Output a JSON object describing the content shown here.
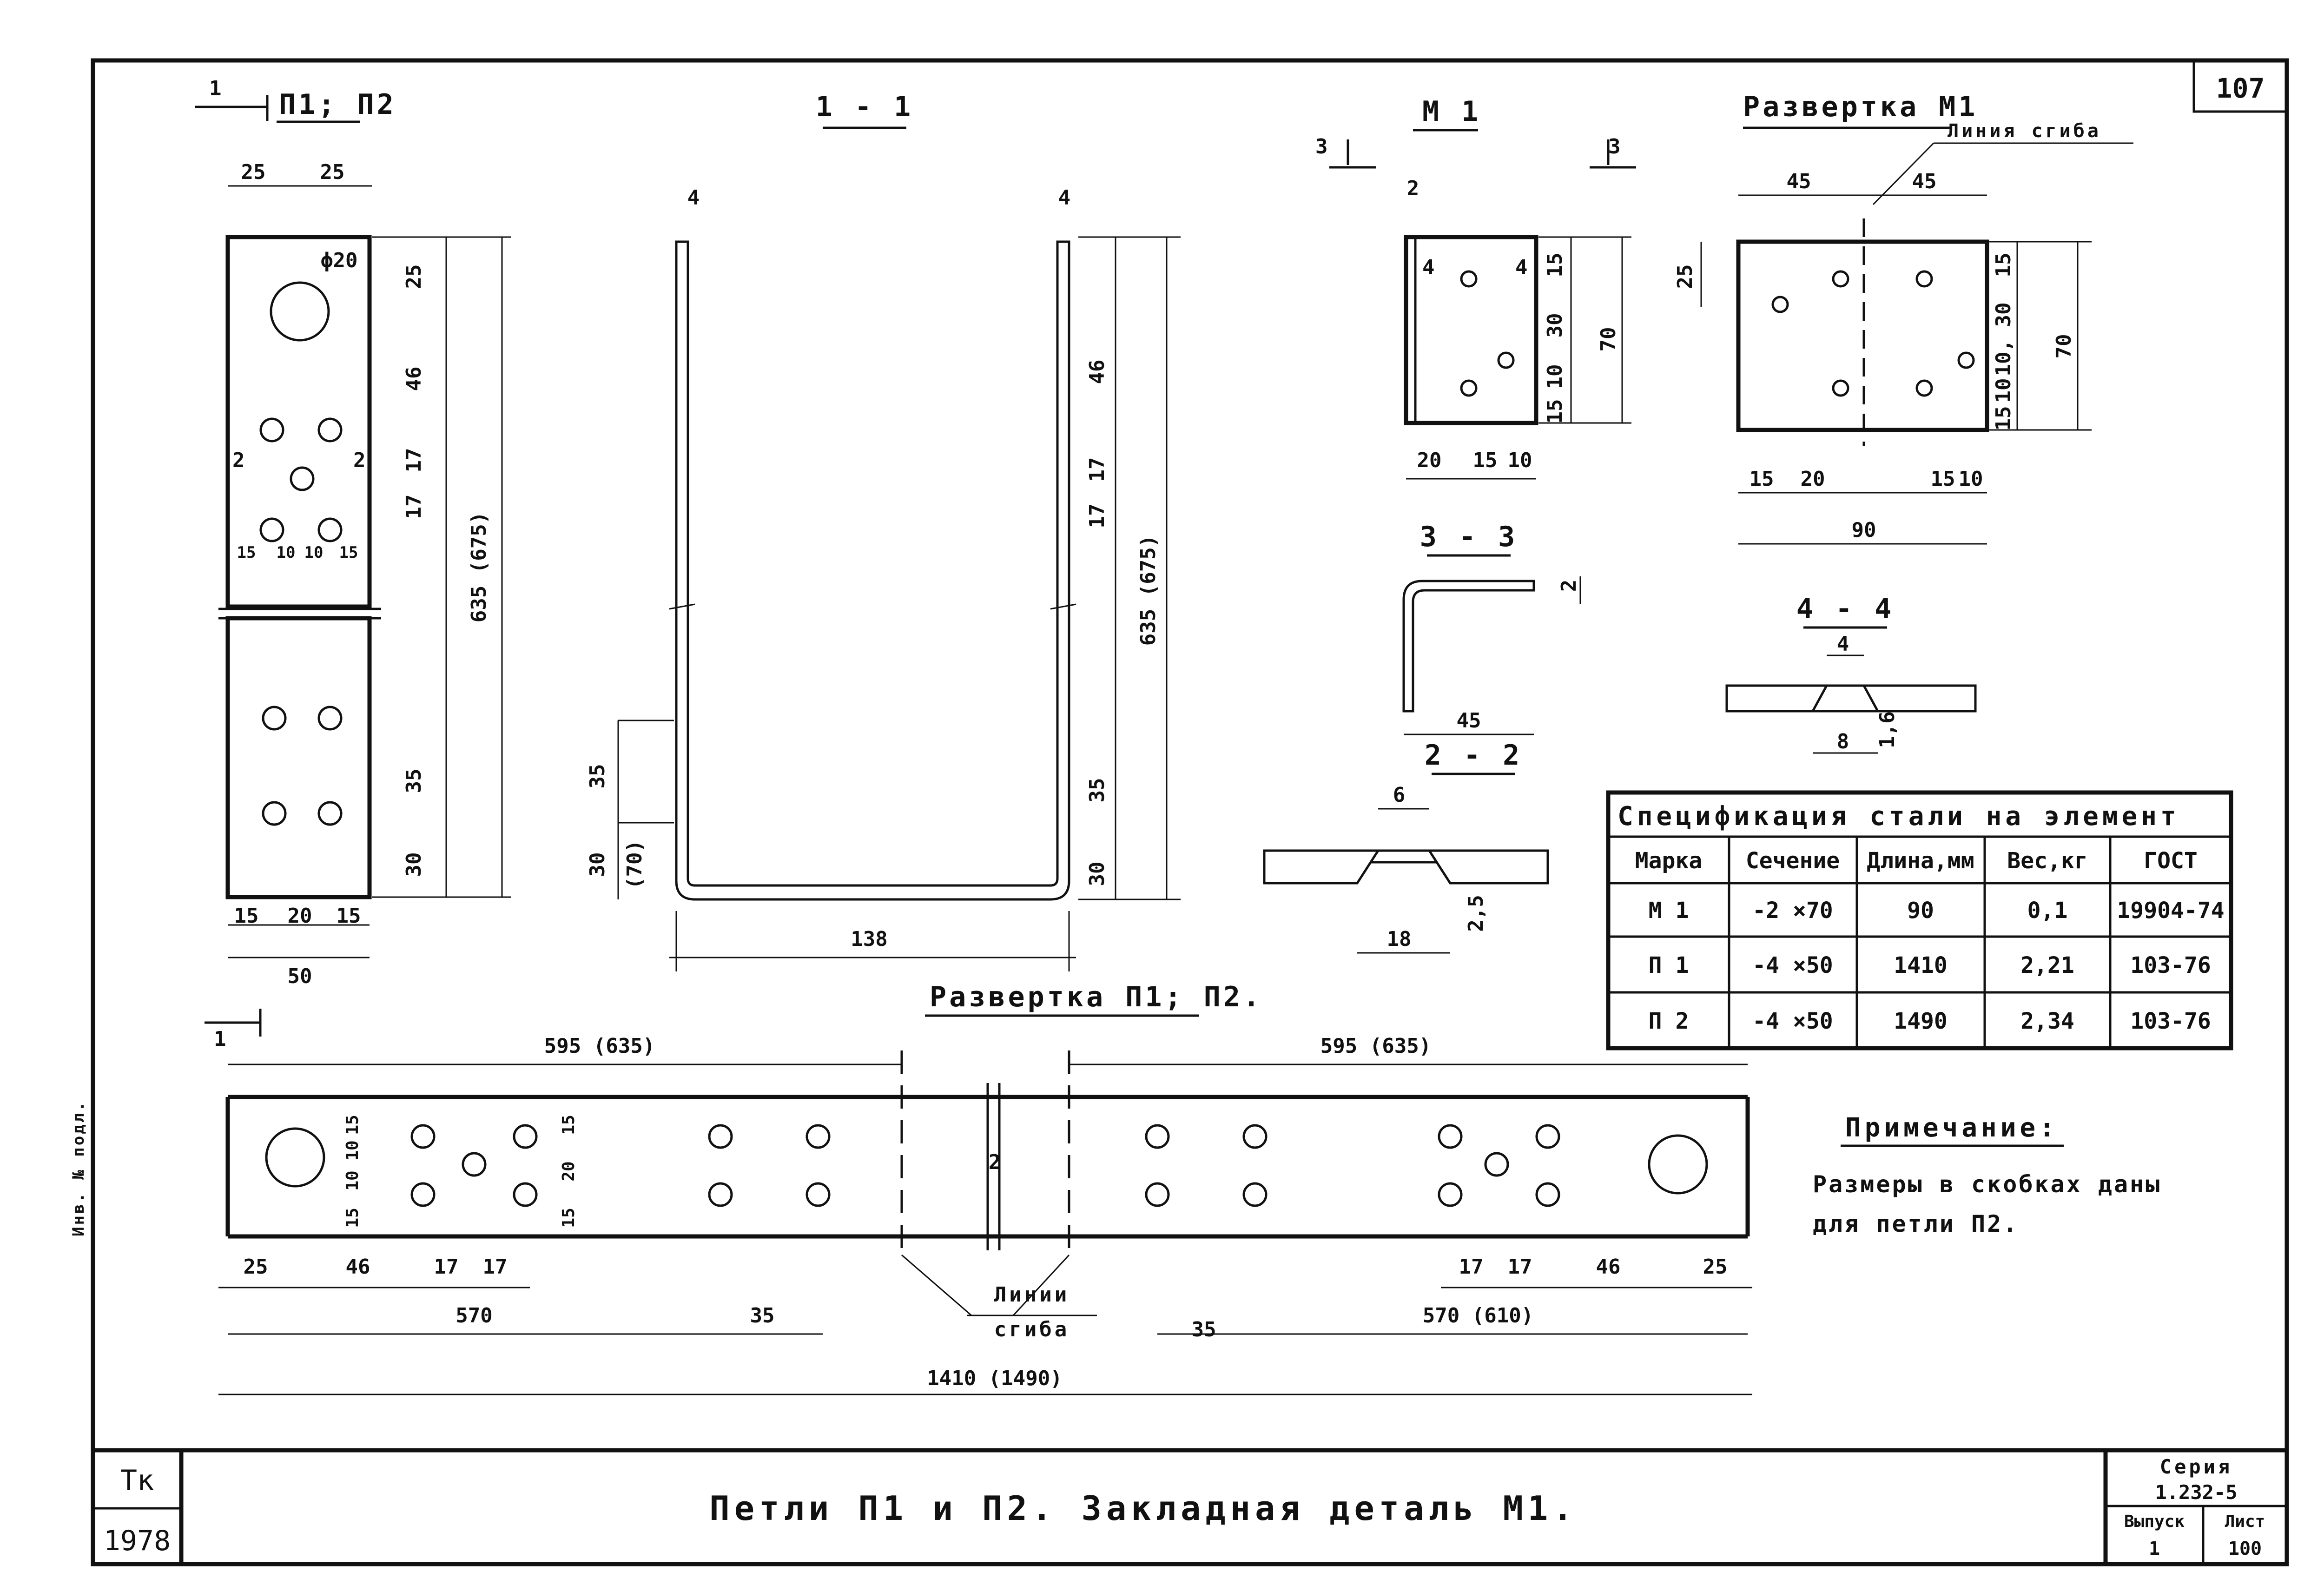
{
  "sheet": {
    "number": "107",
    "title": "Петли П1 и П2. Закладная деталь М1.",
    "year_block_top": "Тк",
    "year_block_bottom": "1978",
    "series_label": "Серия",
    "series_value": "1.232-5",
    "issue_label": "Выпуск",
    "issue_value": "1",
    "sheet_label": "Лист",
    "sheet_value": "100",
    "side_stamp": "Инв. № подл."
  },
  "views": {
    "p1p2": {
      "title": "П1; П2",
      "cut_mark": "1"
    },
    "section_1_1": {
      "title": "1 - 1"
    },
    "m1": {
      "title": "М 1",
      "cut_mark": "3"
    },
    "razv_m1": {
      "title": "Развертка М1",
      "bend_line": "Линия сгиба"
    },
    "section_3_3": {
      "title": "3 - 3"
    },
    "section_2_2": {
      "title": "2 - 2"
    },
    "section_4_4": {
      "title": "4 - 4"
    },
    "razv_p1p2": {
      "title": "Развертка П1; П2."
    },
    "bend_lines": [
      "Линии",
      "сгиба"
    ]
  },
  "dimensions": {
    "p1p2": {
      "top": [
        "25",
        "25"
      ],
      "hole": "ϕ20",
      "right": [
        "25",
        "46",
        "17",
        "17",
        "35",
        "30"
      ],
      "total": "635 (675)",
      "holes_row": [
        "15",
        "10",
        "10",
        "15"
      ],
      "bottom": [
        "15",
        "20",
        "15"
      ],
      "width": "50",
      "mark": "2"
    },
    "section_1_1": {
      "thickness": "4",
      "left": [
        "35",
        "30",
        "(70)"
      ],
      "right": [
        "46",
        "17",
        "17",
        "35",
        "30"
      ],
      "total": "635 (675)",
      "bottom": "138"
    },
    "m1": {
      "thk": "2",
      "right": [
        "15",
        "30",
        "10",
        "15"
      ],
      "total": "70",
      "bottom": [
        "20",
        "15",
        "10"
      ],
      "mark": "4"
    },
    "razv_m1": {
      "top": [
        "45",
        "45"
      ],
      "left": "25",
      "right": [
        "15",
        "10, 30",
        "10",
        "15"
      ],
      "total": "70",
      "bottom": [
        "15",
        "20",
        "15",
        "10"
      ],
      "width": "90"
    },
    "section_3_3": {
      "width": "45",
      "thk": "2"
    },
    "section_2_2": {
      "top": "6",
      "bottom": "18",
      "depth": "2,5"
    },
    "section_4_4": {
      "top": "4",
      "bottom": "8",
      "depth": "1,6"
    },
    "razv_p1p2": {
      "half_left": "595 (635)",
      "half_right": "595 (635)",
      "left_vert": [
        "15",
        "10",
        "10",
        "15"
      ],
      "mid_vert": [
        "15",
        "20",
        "15"
      ],
      "bottom_left": [
        "25",
        "46",
        "17",
        "17"
      ],
      "bottom_right": [
        "17",
        "17",
        "46",
        "25"
      ],
      "run_left": "570",
      "run_right": "570 (610)",
      "gap": [
        "35",
        "35"
      ],
      "total": "1410 (1490)",
      "break": "2"
    }
  },
  "spec_table": {
    "title": "Спецификация стали на элемент",
    "headers": [
      "Марка",
      "Сечение",
      "Длина,мм",
      "Вес,кг",
      "ГОСТ"
    ],
    "rows": [
      [
        "М 1",
        "-2 ×70",
        "90",
        "0,1",
        "19904-74"
      ],
      [
        "П 1",
        "-4 ×50",
        "1410",
        "2,21",
        "103-76"
      ],
      [
        "П 2",
        "-4 ×50",
        "1490",
        "2,34",
        "103-76"
      ]
    ]
  },
  "note": {
    "title": "Примечание:",
    "line1": "Размеры в скобках даны",
    "line2": "для петли П2."
  }
}
